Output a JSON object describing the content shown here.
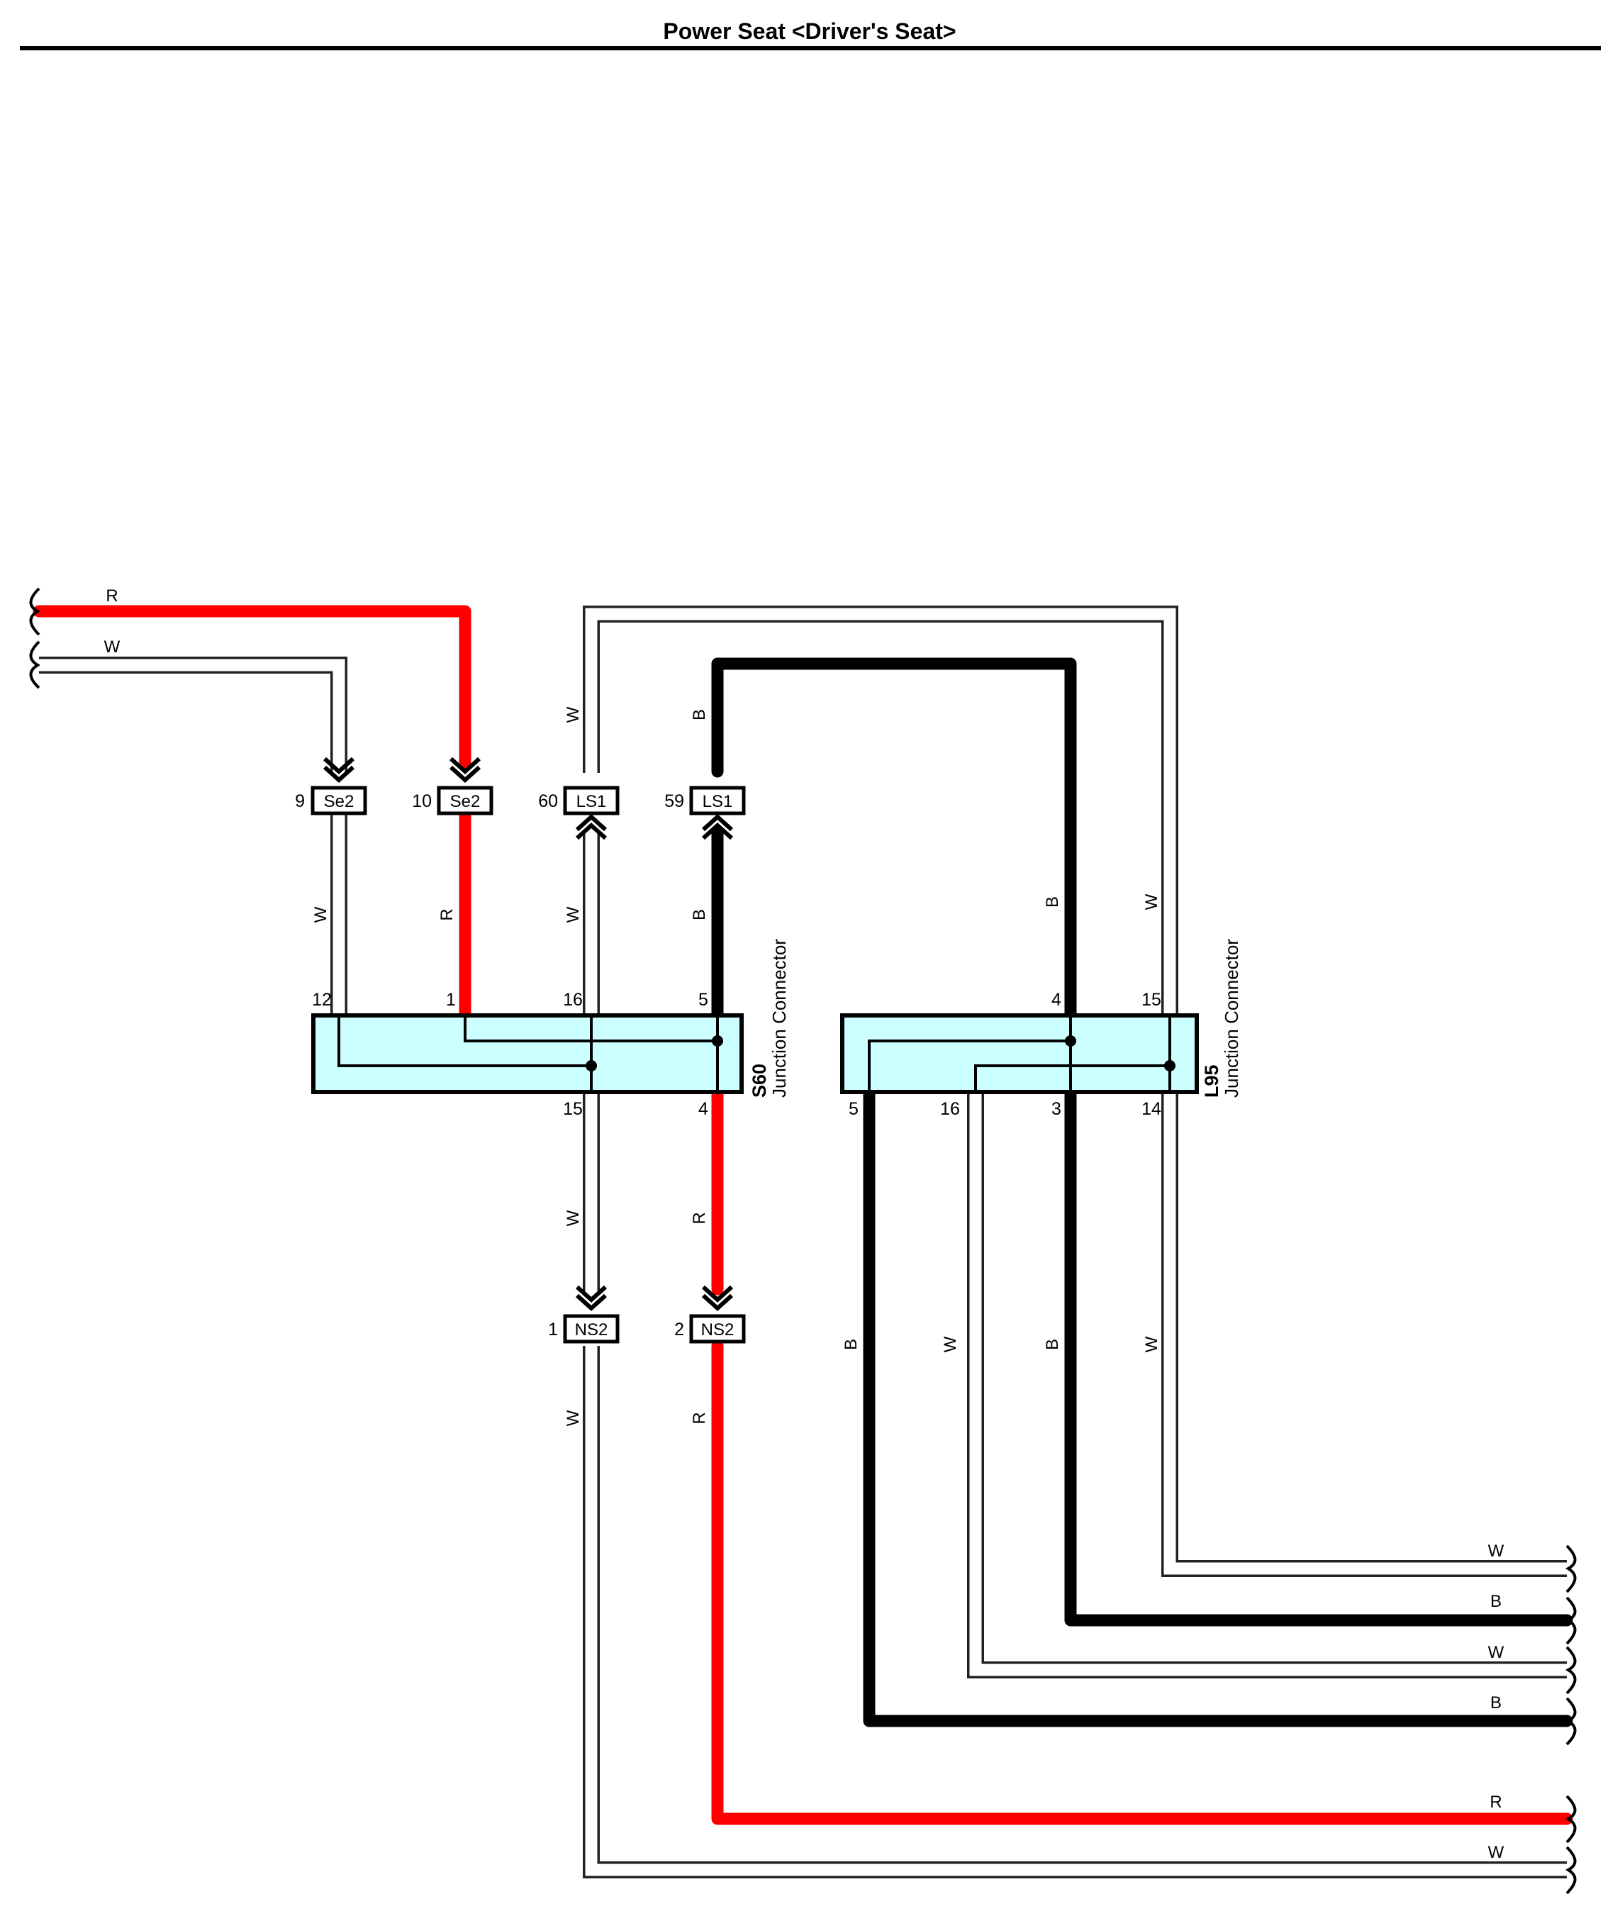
{
  "title": "Power Seat <Driver's Seat>",
  "wire_colors": {
    "R": "#ff0000",
    "B": "#000000",
    "W": "#ffffff"
  },
  "junction_fill": "#ccffff",
  "left_inputs": [
    {
      "id": "in-r",
      "label": "R"
    },
    {
      "id": "in-w",
      "label": "W"
    }
  ],
  "connectors": [
    {
      "id": "se2-9",
      "pin": "9",
      "label": "Se2"
    },
    {
      "id": "se2-10",
      "pin": "10",
      "label": "Se2"
    },
    {
      "id": "ls1-60",
      "pin": "60",
      "label": "LS1"
    },
    {
      "id": "ls1-59",
      "pin": "59",
      "label": "LS1"
    },
    {
      "id": "ns2-1",
      "pin": "1",
      "label": "NS2"
    },
    {
      "id": "ns2-2",
      "pin": "2",
      "label": "NS2"
    }
  ],
  "junctions": [
    {
      "id": "s60",
      "name": "S60",
      "type": "Junction Connector",
      "top_pins": [
        "12",
        "1",
        "16",
        "5"
      ],
      "bottom_pins": [
        "15",
        "4"
      ]
    },
    {
      "id": "l95",
      "name": "L95",
      "type": "Junction Connector",
      "top_pins": [
        "4",
        "15"
      ],
      "bottom_pins": [
        "5",
        "16",
        "3",
        "14"
      ]
    }
  ],
  "wire_labels": {
    "w_9_up": "W",
    "r_10_down": "R",
    "w_60_up": "W",
    "b_59_up": "B",
    "w_60_down": "W",
    "b_59_down": "B",
    "b_l95_in": "B",
    "w_l95_in": "W",
    "w_s60_15": "W",
    "r_s60_4": "R",
    "w_ns2_1": "W",
    "r_ns2_2": "R",
    "b_l95_5": "B",
    "w_l95_16": "W",
    "b_l95_3": "B",
    "w_l95_14": "W"
  },
  "right_outputs": [
    {
      "id": "out-1",
      "label": "W"
    },
    {
      "id": "out-2",
      "label": "B"
    },
    {
      "id": "out-3",
      "label": "W"
    },
    {
      "id": "out-4",
      "label": "B"
    },
    {
      "id": "out-5",
      "label": "R"
    },
    {
      "id": "out-6",
      "label": "W"
    }
  ]
}
